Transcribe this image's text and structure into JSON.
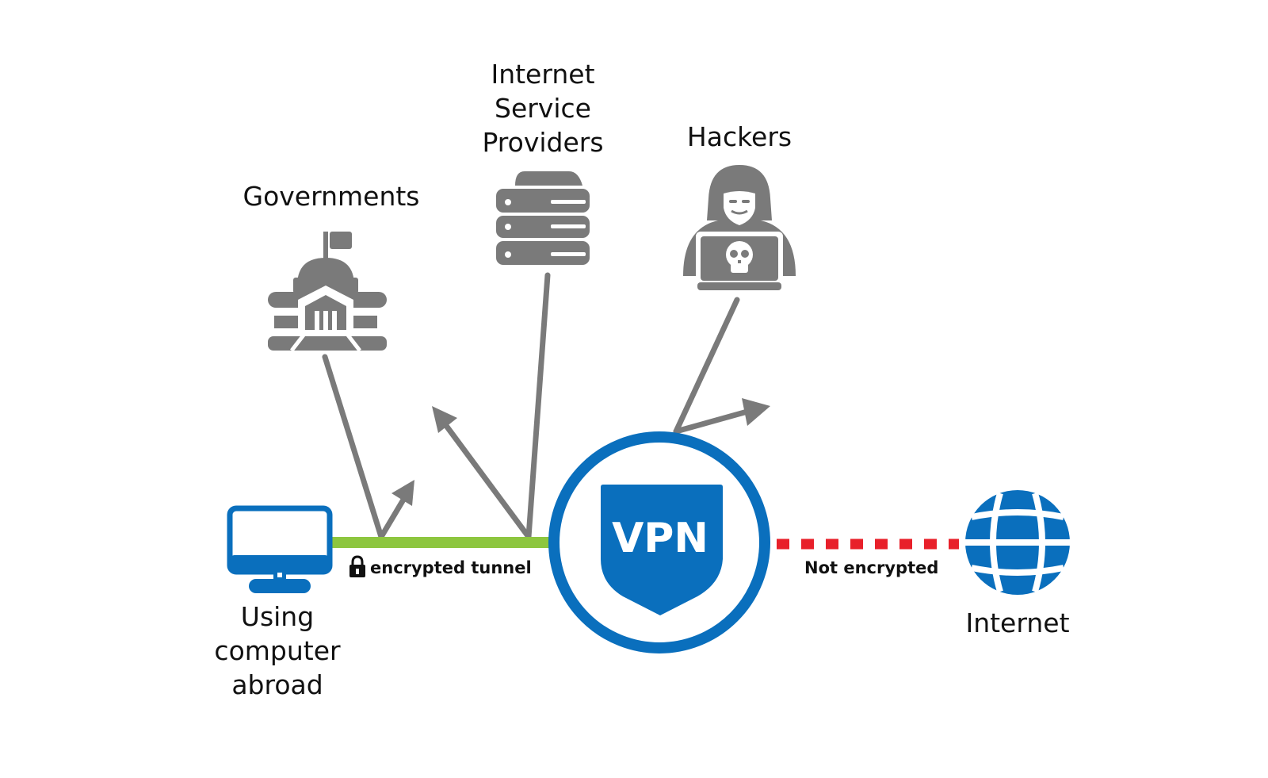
{
  "diagram": {
    "title": "VPN connection diagram",
    "colors": {
      "blue": "#0a6fbd",
      "gray": "#7a7a7a",
      "green": "#8dc63f",
      "red": "#e8202a",
      "text": "#111111"
    },
    "nodes": {
      "computer": {
        "label_lines": [
          "Using",
          "computer",
          "abroad"
        ],
        "icon": "monitor-icon"
      },
      "vpn": {
        "label": "VPN",
        "icon": "shield-icon"
      },
      "internet": {
        "label": "Internet",
        "icon": "globe-icon"
      },
      "governments": {
        "label": "Governments",
        "icon": "government-building-icon"
      },
      "isp": {
        "label_lines": [
          "Internet",
          "Service",
          "Providers"
        ],
        "icon": "server-icon"
      },
      "hackers": {
        "label": "Hackers",
        "icon": "hacker-icon"
      }
    },
    "edges": {
      "tunnel": {
        "label": "encrypted tunnel",
        "icon": "lock-icon",
        "style": "solid"
      },
      "open": {
        "label": "Not encrypted",
        "style": "dashed"
      }
    }
  }
}
